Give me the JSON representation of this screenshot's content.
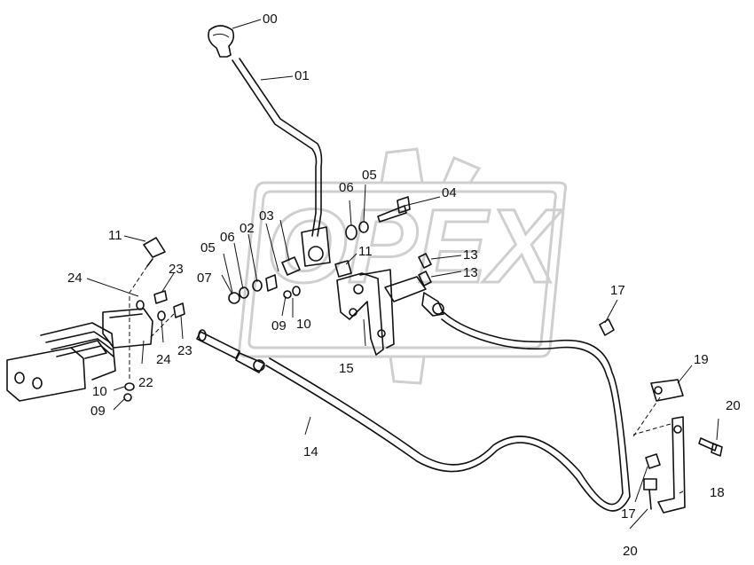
{
  "watermark": {
    "text": "OPEX"
  },
  "callouts": [
    {
      "id": "c00a",
      "label": "00"
    },
    {
      "id": "c01a",
      "label": "01"
    },
    {
      "id": "c02a",
      "label": "02"
    },
    {
      "id": "c03a",
      "label": "03"
    },
    {
      "id": "c04a",
      "label": "04"
    },
    {
      "id": "c05a",
      "label": "05"
    },
    {
      "id": "c05b",
      "label": "05"
    },
    {
      "id": "c06a",
      "label": "06"
    },
    {
      "id": "c06b",
      "label": "06"
    },
    {
      "id": "c07a",
      "label": "07"
    },
    {
      "id": "c09a",
      "label": "09"
    },
    {
      "id": "c09b",
      "label": "09"
    },
    {
      "id": "c10a",
      "label": "10"
    },
    {
      "id": "c10b",
      "label": "10"
    },
    {
      "id": "c11a",
      "label": "11"
    },
    {
      "id": "c11b",
      "label": "11"
    },
    {
      "id": "c13a",
      "label": "13"
    },
    {
      "id": "c13b",
      "label": "13"
    },
    {
      "id": "c14a",
      "label": "14"
    },
    {
      "id": "c15a",
      "label": "15"
    },
    {
      "id": "c17a",
      "label": "17"
    },
    {
      "id": "c17b",
      "label": "17"
    },
    {
      "id": "c18a",
      "label": "18"
    },
    {
      "id": "c19a",
      "label": "19"
    },
    {
      "id": "c20a",
      "label": "20"
    },
    {
      "id": "c20b",
      "label": "20"
    },
    {
      "id": "c22a",
      "label": "22"
    },
    {
      "id": "c23a",
      "label": "23"
    },
    {
      "id": "c23b",
      "label": "23"
    },
    {
      "id": "c24a",
      "label": "24"
    },
    {
      "id": "c24b",
      "label": "24"
    }
  ]
}
